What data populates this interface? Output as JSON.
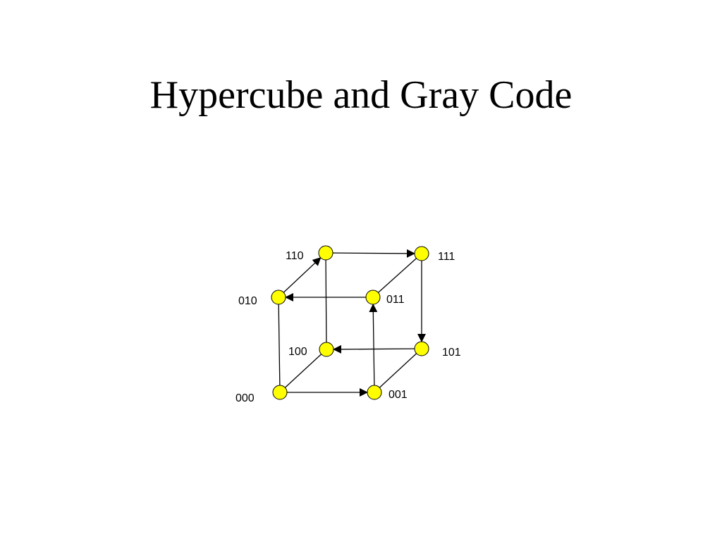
{
  "title": "Hypercube and Gray Code",
  "colors": {
    "node_fill": "#ffff00",
    "line": "#000000",
    "background": "#ffffff"
  },
  "diagram": {
    "nodes": [
      {
        "id": "000",
        "label": "000"
      },
      {
        "id": "001",
        "label": "001"
      },
      {
        "id": "010",
        "label": "010"
      },
      {
        "id": "011",
        "label": "011"
      },
      {
        "id": "100",
        "label": "100"
      },
      {
        "id": "101",
        "label": "101"
      },
      {
        "id": "110",
        "label": "110"
      },
      {
        "id": "111",
        "label": "111"
      }
    ],
    "edges": [
      {
        "from": "000",
        "to": "001",
        "directed": true
      },
      {
        "from": "001",
        "to": "011",
        "directed": true
      },
      {
        "from": "011",
        "to": "010",
        "directed": true
      },
      {
        "from": "010",
        "to": "110",
        "directed": true
      },
      {
        "from": "110",
        "to": "111",
        "directed": true
      },
      {
        "from": "111",
        "to": "101",
        "directed": true
      },
      {
        "from": "101",
        "to": "100",
        "directed": true
      },
      {
        "from": "000",
        "to": "010",
        "directed": false
      },
      {
        "from": "000",
        "to": "100",
        "directed": false
      },
      {
        "from": "001",
        "to": "101",
        "directed": false
      },
      {
        "from": "011",
        "to": "111",
        "directed": false
      },
      {
        "from": "100",
        "to": "110",
        "directed": false
      }
    ]
  }
}
